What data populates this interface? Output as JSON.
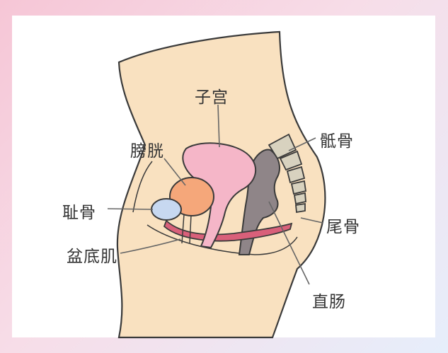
{
  "labels": {
    "uterus": "子宫",
    "bladder": "膀胱",
    "sacrum": "骶骨",
    "pubic_bone": "耻骨",
    "coccyx": "尾骨",
    "pelvic_floor": "盆底肌",
    "rectum": "直肠"
  },
  "colors": {
    "skin": "#f9e1c0",
    "uterus": "#f5b6c8",
    "bladder": "#f5a77a",
    "pubic_bone": "#c7d8f0",
    "pelvic_floor_muscle": "#d9607a",
    "rectum": "#8f8588",
    "bone": "#d8d2bf",
    "outline": "#3a3a3a"
  }
}
